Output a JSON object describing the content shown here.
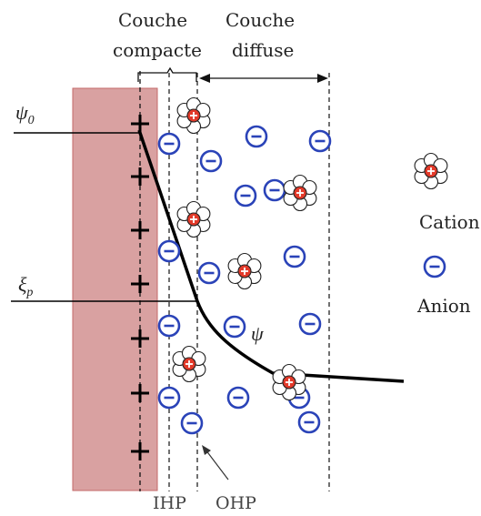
{
  "labels": {
    "compact_layer": [
      "Couche",
      "compacte"
    ],
    "diffuse_layer": [
      "Couche",
      "diffuse"
    ],
    "psi_symbol": "ψ",
    "psi_sub": "0",
    "xi_symbol": "ξ",
    "xi_sub": "p",
    "curve_label": "ψ",
    "ihp": "IHP",
    "ohp": "OHP"
  },
  "legend": {
    "cation": "Cation",
    "anion": "Anion"
  },
  "colors": {
    "electrode_fill": "#d9a1a1",
    "electrode_stroke": "#c46a6a",
    "anion_stroke": "#2a43b8",
    "cation_core": "#e23a2a",
    "line": "#000000"
  },
  "electrode": {
    "charge_sign": "+"
  }
}
